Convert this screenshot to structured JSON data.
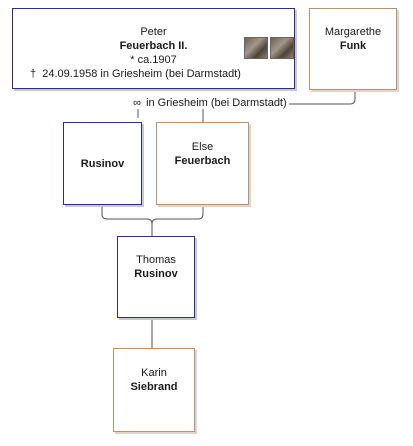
{
  "persons": {
    "peter": {
      "given": "Peter",
      "surname": "Feuerbach II.",
      "birth": "ca.1907",
      "death": "24.09.1958 in Griesheim (bei Darmstadt)",
      "birth_symbol": "*",
      "death_symbol": "†",
      "sex": "male"
    },
    "margarethe": {
      "given": "Margarethe",
      "surname": "Funk",
      "sex": "female"
    },
    "rusinov": {
      "surname": "Rusinov",
      "sex": "male"
    },
    "else": {
      "given": "Else",
      "surname": "Feuerbach",
      "sex": "female"
    },
    "thomas": {
      "given": "Thomas",
      "surname": "Rusinov",
      "sex": "male"
    },
    "karin": {
      "given": "Karin",
      "surname": "Siebrand",
      "sex": "female"
    }
  },
  "marriage": {
    "text": "in Griesheim (bei Darmstadt)"
  },
  "colors": {
    "male_border": "#2e2e7a",
    "female_border": "#b5936e",
    "connector": "#555555"
  }
}
